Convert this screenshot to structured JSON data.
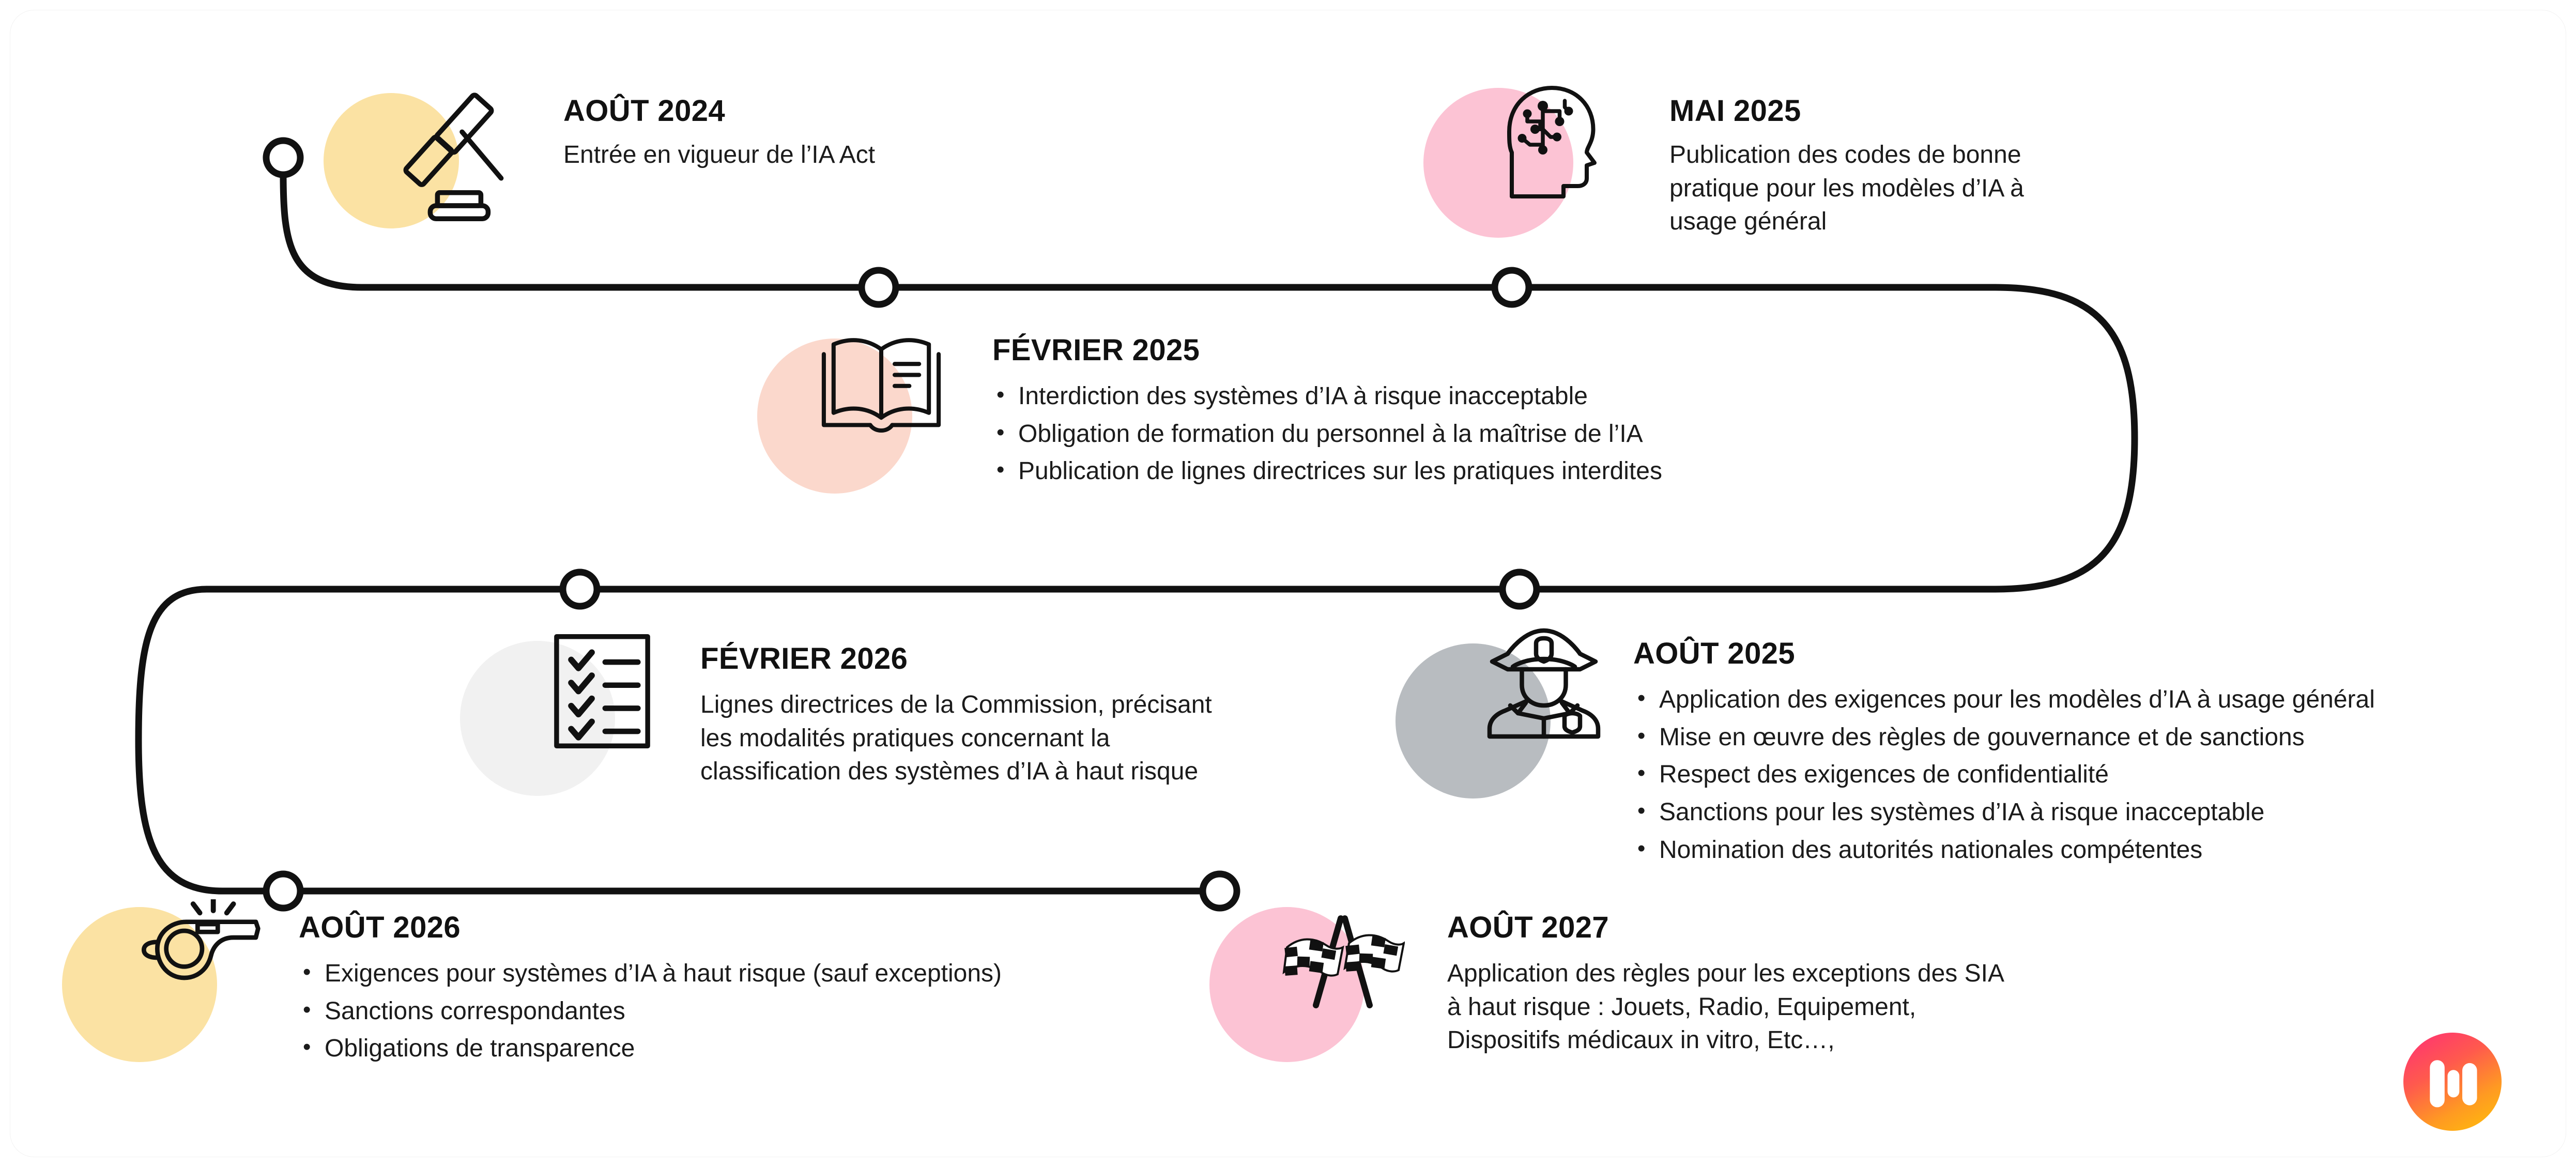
{
  "meta": {
    "language": "fr",
    "subject": "Chronologie de mise en application de l'IA Act",
    "background_color": "#ffffff",
    "line_color": "#111111",
    "text_color": "#1b1b1b"
  },
  "logo": {
    "name": "brand-logo",
    "letter": "m",
    "gradient_from": "#ff2e78",
    "gradient_to": "#ffc107"
  },
  "milestones": [
    {
      "id": "aout-2024",
      "title": "AOÛT 2024",
      "icon": "gavel-icon",
      "blob_color": "#fbe2a3",
      "body_lines": [
        "Entrée en vigueur de l’IA Act"
      ],
      "bullets": []
    },
    {
      "id": "mai-2025",
      "title": "MAI 2025",
      "icon": "ai-head-icon",
      "blob_color": "#fcc3d4",
      "body_lines": [
        "Publication des codes de bonne",
        "pratique pour les modèles d’IA à",
        "usage général"
      ],
      "bullets": []
    },
    {
      "id": "fevrier-2025",
      "title": "FÉVRIER 2025",
      "icon": "open-book-icon",
      "blob_color": "#fbd8cc",
      "body_lines": [],
      "bullets": [
        "Interdiction des systèmes d’IA à risque inacceptable",
        "Obligation de formation du personnel à la maîtrise de l’IA",
        "Publication de lignes directrices sur les pratiques interdites"
      ]
    },
    {
      "id": "aout-2025",
      "title": "AOÛT 2025",
      "icon": "police-officer-icon",
      "blob_color": "#b8bcc0",
      "body_lines": [],
      "bullets": [
        "Application des exigences pour les modèles d’IA à usage général",
        "Mise en œuvre des règles de gouvernance et de sanctions",
        "Respect des exigences de confidentialité",
        "Sanctions pour les systèmes d’IA à risque inacceptable",
        "Nomination des autorités nationales compétentes"
      ]
    },
    {
      "id": "fevrier-2026",
      "title": "FÉVRIER 2026",
      "icon": "checklist-icon",
      "blob_color": "#f1f1f1",
      "body_lines": [
        "Lignes directrices de la Commission, précisant",
        "les modalités pratiques concernant la",
        "classification des systèmes d’IA à haut risque"
      ],
      "bullets": []
    },
    {
      "id": "aout-2026",
      "title": "AOÛT 2026",
      "icon": "whistle-icon",
      "blob_color": "#fbe2a3",
      "body_lines": [],
      "bullets": [
        "Exigences pour systèmes d’IA à haut risque (sauf exceptions)",
        "Sanctions correspondantes",
        "Obligations de transparence"
      ]
    },
    {
      "id": "aout-2027",
      "title": "AOÛT 2027",
      "icon": "checkered-flags-icon",
      "blob_color": "#fcc3d4",
      "body_lines": [
        "Application des règles pour les exceptions des SIA",
        "à haut risque : Jouets, Radio, Equipement,",
        "Dispositifs médicaux in vitro, Etc…,"
      ],
      "bullets": []
    }
  ]
}
